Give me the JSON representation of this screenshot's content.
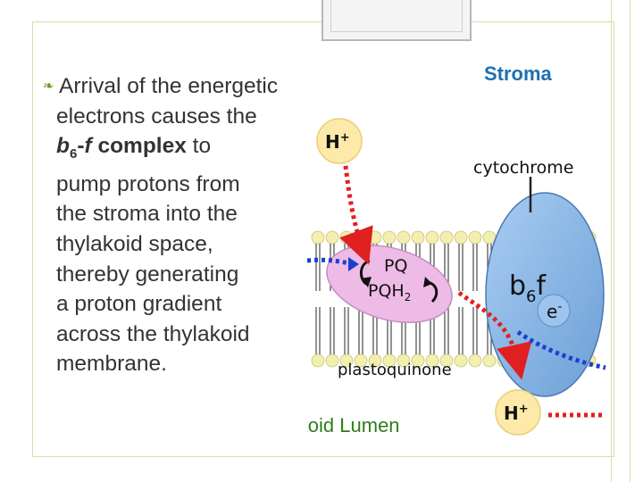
{
  "bullet": {
    "icon": "leaf-bullet-icon",
    "line1": "Arrival of the energetic",
    "line2": "electrons causes the",
    "line3_b": "b",
    "line3_sub": "6",
    "line3_mid": "-",
    "line3_f": "f",
    "line3_bold": " complex",
    "line3_rest": " to",
    "line4": "pump protons from",
    "line5": "the stroma into the",
    "line6": "thylakoid space,",
    "line7": "thereby generating",
    "line8": "a proton gradient",
    "line9": "across the thylakoid",
    "line10": "membrane."
  },
  "diagram": {
    "stroma_label": "Stroma",
    "lumen_label": "Thylakoid Lumen",
    "hplus_top": "H",
    "hplus_top_sup": "+",
    "hplus_bottom": "H",
    "hplus_bottom_sup": "+",
    "cytochrome_label": "cytochrome",
    "b6f_b": "b",
    "b6f_sub": "6",
    "b6f_f": "f",
    "electron_label": "e",
    "electron_sup": "-",
    "pq_label": "PQ",
    "pqh2_label": "PQH",
    "pqh2_sub": "2",
    "plastoquinone_label": "plastoquinone"
  },
  "colors": {
    "stroma_label": "#1f6fb0",
    "lumen_label": "#2e7d1e",
    "cytochrome_fill": "#8cb8e6",
    "plastoquinone_fill": "#eebbe6",
    "hplus_fill": "#fde9a8",
    "proton_path": "#e02020",
    "electron_path": "#1a3fd1",
    "membrane_head": "#f3efae",
    "membrane_lipid": "#4a4a4a"
  }
}
